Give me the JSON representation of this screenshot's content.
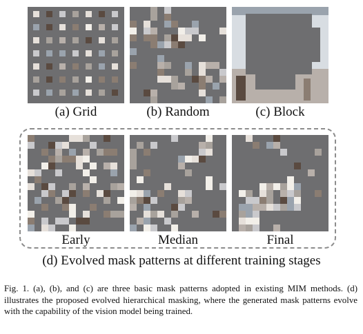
{
  "figure": {
    "panels": [
      {
        "id": "grid",
        "label": "(a) Grid",
        "pattern": "grid"
      },
      {
        "id": "random",
        "label": "(b) Random",
        "pattern": "random"
      },
      {
        "id": "block",
        "label": "(c) Block",
        "pattern": "block"
      },
      {
        "id": "early",
        "label": "Early",
        "pattern": "early"
      },
      {
        "id": "median",
        "label": "Median",
        "pattern": "median"
      },
      {
        "id": "final",
        "label": "Final",
        "pattern": "final"
      }
    ],
    "group_label": "(d) Evolved mask patterns at different training stages",
    "caption": "Fig. 1.  (a), (b), and (c) are three basic mask patterns adopted in existing MIM methods. (d) illustrates the proposed evolved hierarchical masking, where the generated mask patterns evolve with the capability of the vision model being trained.",
    "colors": {
      "mask": "#6e6e70",
      "patch_tones": [
        "#c9c9cc",
        "#a8a29c",
        "#8b7d72",
        "#e6e0da",
        "#5a4a40",
        "#b8b0aa",
        "#f2efe9",
        "#9aa3ad"
      ],
      "dash": "#8c8c8c"
    }
  }
}
